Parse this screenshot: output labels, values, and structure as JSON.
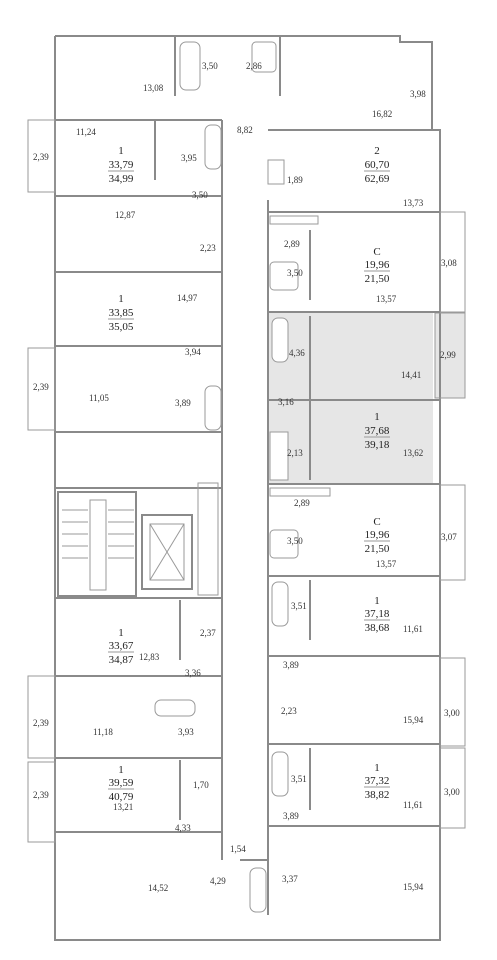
{
  "highlight_color": "#e6e6e6",
  "wall_color": "#8a8a8a",
  "apartments": [
    {
      "id": "west-1",
      "rooms": "1",
      "area1": "33,79",
      "area2": "34,99"
    },
    {
      "id": "east-2",
      "rooms": "2",
      "area1": "60,70",
      "area2": "62,69"
    },
    {
      "id": "east-c1",
      "rooms": "С",
      "area1": "19,96",
      "area2": "21,50"
    },
    {
      "id": "west-2",
      "rooms": "1",
      "area1": "33,85",
      "area2": "35,05"
    },
    {
      "id": "east-hl",
      "rooms": "1",
      "area1": "37,68",
      "area2": "39,18"
    },
    {
      "id": "east-c2",
      "rooms": "С",
      "area1": "19,96",
      "area2": "21,50"
    },
    {
      "id": "west-3",
      "rooms": "1",
      "area1": "33,67",
      "area2": "34,87"
    },
    {
      "id": "east-3",
      "rooms": "1",
      "area1": "37,18",
      "area2": "38,68"
    },
    {
      "id": "west-4",
      "rooms": "1",
      "area1": "39,59",
      "area2": "40,79"
    },
    {
      "id": "east-4",
      "rooms": "1",
      "area1": "37,32",
      "area2": "38,82"
    }
  ],
  "room_labels": [
    "13,08",
    "3,50",
    "2,86",
    "16,82",
    "3,98",
    "11,24",
    "2,39",
    "3,95",
    "8,82",
    "3,50",
    "1,89",
    "13,73",
    "12,87",
    "2,23",
    "2,89",
    "3,50",
    "3,08",
    "13,57",
    "14,97",
    "4,36",
    "2,99",
    "14,41",
    "3,94",
    "2,39",
    "11,05",
    "3,89",
    "3,16",
    "2,13",
    "13,62",
    "2,89",
    "3,50",
    "3,07",
    "13,57",
    "2,37",
    "12,83",
    "3,51",
    "11,61",
    "3,36",
    "3,89",
    "2,39",
    "11,18",
    "3,93",
    "2,23",
    "15,94",
    "3,00",
    "1,70",
    "2,39",
    "13,21",
    "3,51",
    "3,00",
    "11,61",
    "4,33",
    "3,89",
    "1,54",
    "4,29",
    "3,37",
    "14,52",
    "15,94"
  ]
}
